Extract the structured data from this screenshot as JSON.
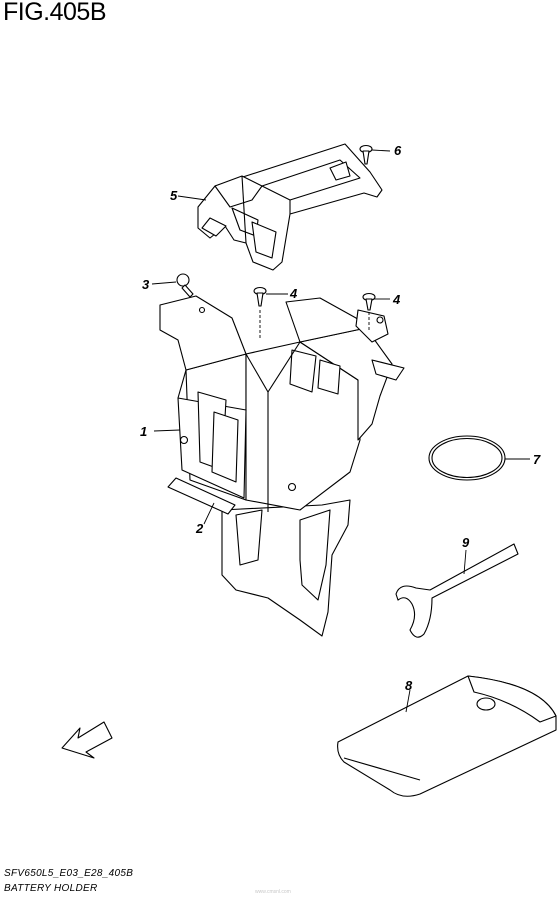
{
  "figure": {
    "title": "FIG.405B"
  },
  "callouts": [
    "1",
    "2",
    "3",
    "4",
    "4",
    "5",
    "6",
    "7",
    "8",
    "9"
  ],
  "fwd_label": "FWD",
  "footer": {
    "code": "SFV650L5_E03_E28_405B",
    "description": "BATTERY HOLDER"
  },
  "watermark": "www.cmsnl.com",
  "colors": {
    "line": "#000000",
    "background": "#ffffff"
  }
}
